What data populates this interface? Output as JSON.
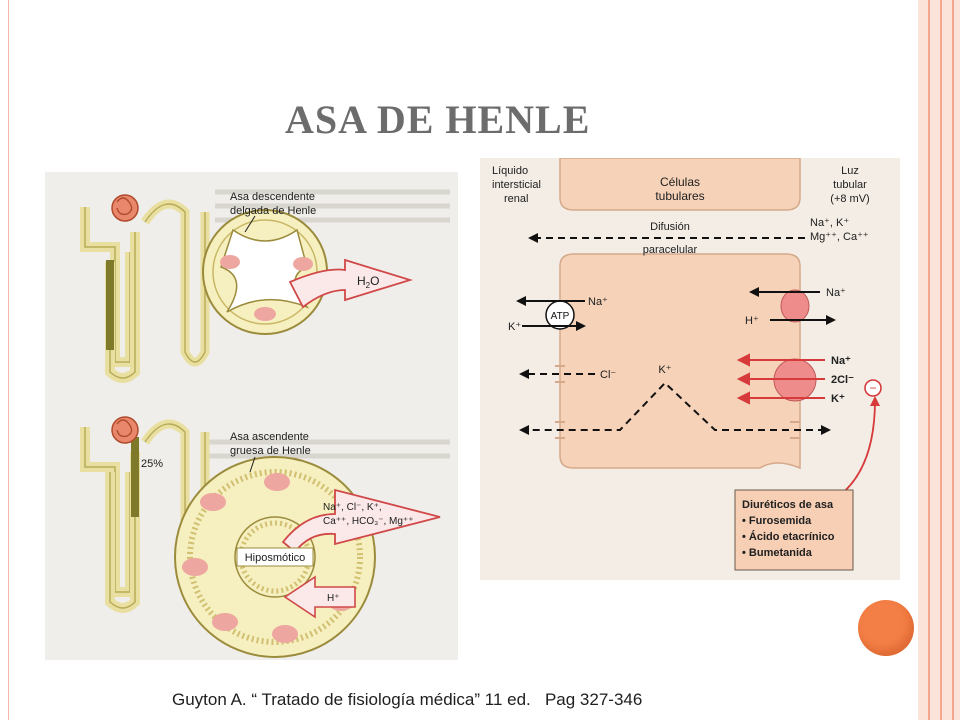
{
  "title": "ASA DE HENLE",
  "citation": "Guyton A. “ Tratado de fisiología médica” 11 ed.   Pag 327-346",
  "colors": {
    "accent_frame": "#f4a78d",
    "accent_orb": "#f37f46",
    "title": "#6c6c6c",
    "cell_fill": "#f6d2b8",
    "pump": "#ee8c8c",
    "nkcc_arrows": "#d63a3a",
    "diuretics_box": "#f6cfb4"
  },
  "left_figure": {
    "descending": {
      "label_line1": "Asa descendente",
      "label_line2": "delgada de Henle",
      "flow_label": "H",
      "flow_sub": "2",
      "flow_tail": "O"
    },
    "ascending": {
      "label_line1": "Asa ascendente",
      "label_line2": "gruesa de Henle",
      "percent": "25%",
      "ions_line1": "Na⁺, Cl⁻, K⁺,",
      "ions_line2": "Ca⁺⁺, HCO₃⁻, Mg⁺⁺",
      "lumen_label": "Hiposmótico",
      "proton_label": "H⁺"
    }
  },
  "right_figure": {
    "interstitial_line1": "Líquido",
    "interstitial_line2": "intersticial",
    "interstitial_line3": "renal",
    "cells_line1": "Células",
    "cells_line2": "tubulares",
    "lumen_line1": "Luz",
    "lumen_line2": "tubular",
    "lumen_line3": "(+8 mV)",
    "para_ions_line1": "Na⁺, K⁺",
    "para_ions_line2": "Mg⁺⁺, Ca⁺⁺",
    "diffusion_line1": "Difusión",
    "diffusion_line2": "paracelular",
    "atp": "ATP",
    "na_basolateral": "Na⁺",
    "k_basolateral": "K⁺",
    "na_apical": "Na⁺",
    "h_apical": "H⁺",
    "cl_basolateral": "Cl⁻",
    "k_center": "K⁺",
    "nkcc_na": "Na⁺",
    "nkcc_cl": "2Cl⁻",
    "nkcc_k": "K⁺",
    "inhibit_sign": "−",
    "diuretics": {
      "heading": "Diuréticos de asa",
      "items": [
        "• Furosemida",
        "• Ácido etacrínico",
        "• Bumetanida"
      ]
    }
  }
}
